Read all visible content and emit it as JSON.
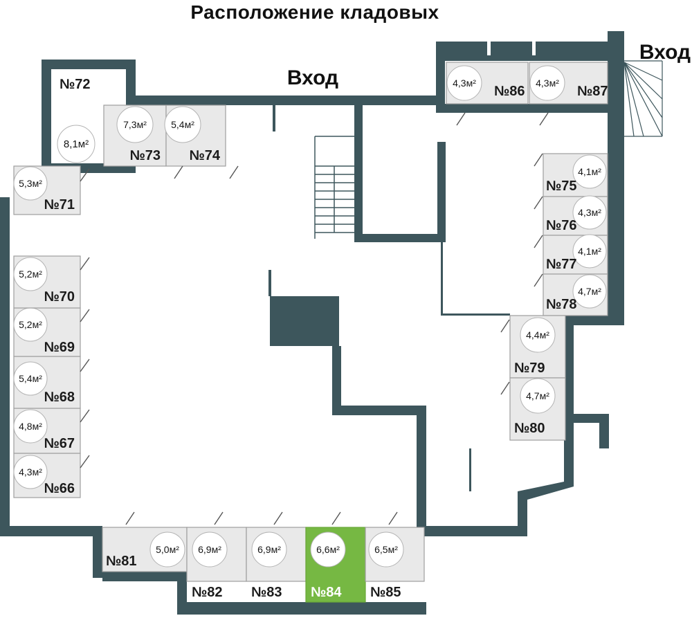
{
  "title": "Расположение кладовых",
  "entrances": {
    "main": "Вход",
    "secondary": "Вход"
  },
  "legend_colors": {
    "wall": "#3d565c",
    "storage_fill": "#e9e9e9",
    "selected_fill": "#76b843"
  },
  "rooms": [
    {
      "label": "№66",
      "area": "4,3м²"
    },
    {
      "label": "№67",
      "area": "4,8м²"
    },
    {
      "label": "№68",
      "area": "5,4м²"
    },
    {
      "label": "№69",
      "area": "5,2м²"
    },
    {
      "label": "№70",
      "area": "5,2м²"
    },
    {
      "label": "№71",
      "area": "5,3м²"
    },
    {
      "label": "№72",
      "area": "8,1м²"
    },
    {
      "label": "№73",
      "area": "7,3м²"
    },
    {
      "label": "№74",
      "area": "5,4м²"
    },
    {
      "label": "№75",
      "area": "4,1м²"
    },
    {
      "label": "№76",
      "area": "4,3м²"
    },
    {
      "label": "№77",
      "area": "4,1м²"
    },
    {
      "label": "№78",
      "area": "4,7м²"
    },
    {
      "label": "№79",
      "area": "4,4м²"
    },
    {
      "label": "№80",
      "area": "4,7м²"
    },
    {
      "label": "№81",
      "area": "5,0м²"
    },
    {
      "label": "№82",
      "area": "6,9м²"
    },
    {
      "label": "№83",
      "area": "6,9м²"
    },
    {
      "label": "№84",
      "area": "6,6м²",
      "selected": true
    },
    {
      "label": "№85",
      "area": "6,5м²"
    },
    {
      "label": "№86",
      "area": "4,3м²"
    },
    {
      "label": "№87",
      "area": "4,3м²"
    }
  ]
}
